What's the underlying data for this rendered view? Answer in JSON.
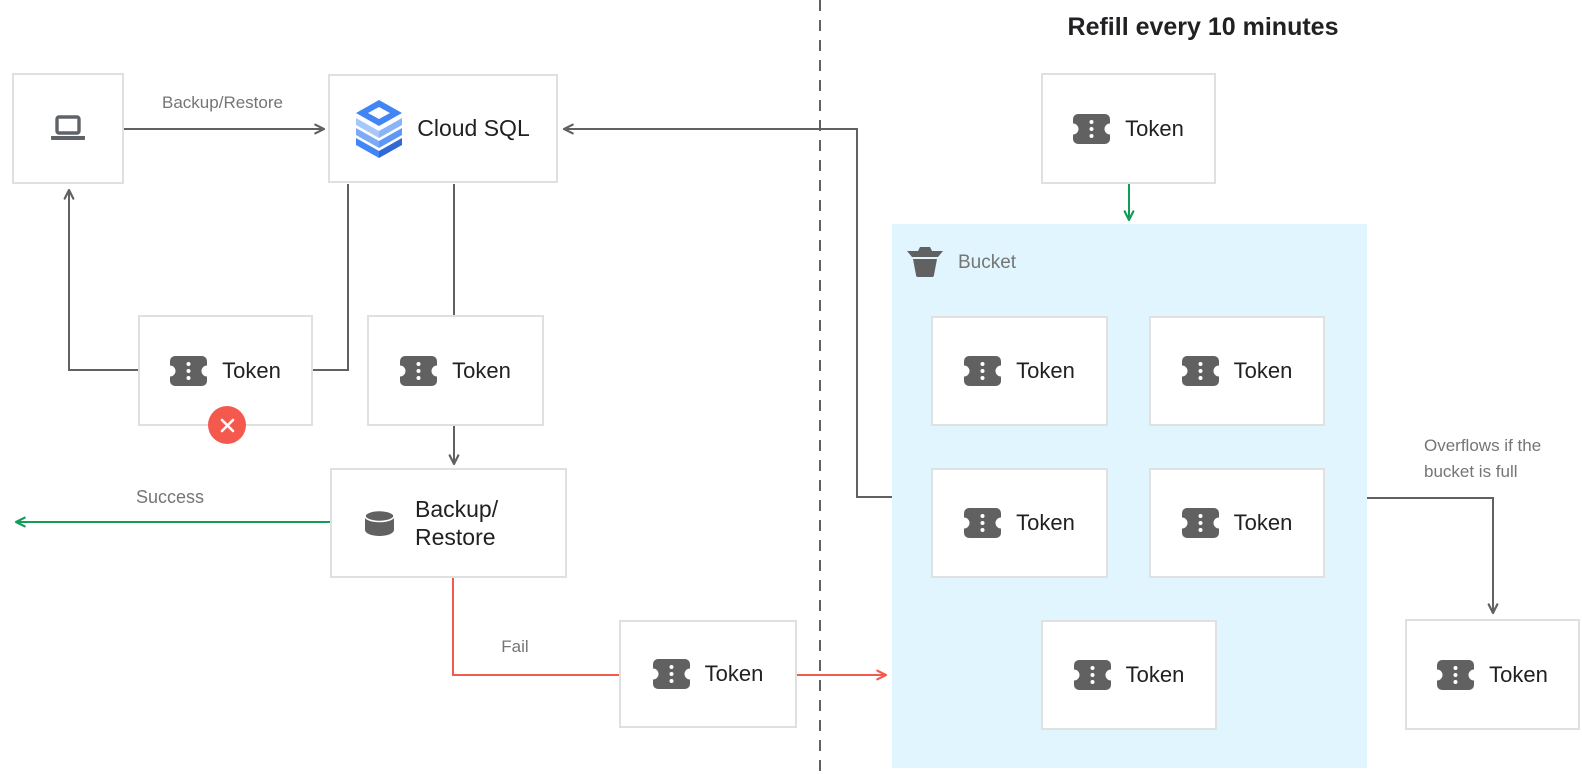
{
  "title": "Refill every 10 minutes",
  "labels": {
    "token": "Token",
    "cloud_sql": "Cloud SQL",
    "backup_restore_arrow": "Backup/Restore",
    "backup_restore_line1": "Backup/",
    "backup_restore_line2": "Restore",
    "success": "Success",
    "fail": "Fail",
    "bucket": "Bucket",
    "overflow_line1": "Overflows if the",
    "overflow_line2": "bucket is full"
  },
  "icons": [
    "laptop-icon",
    "cloud-sql-icon",
    "token-icon",
    "database-icon",
    "bucket-icon",
    "error-x-icon"
  ],
  "colors": {
    "line": "#616161",
    "green": "#0F9D58",
    "red": "#F4594E",
    "bucket_fill": "#E1F5FE",
    "box_border": "#E0E0E0",
    "text_dark": "#212124",
    "text_gray": "#757575",
    "icon_gray": "#616161",
    "cloud_sql_blue": "#4285F4"
  }
}
